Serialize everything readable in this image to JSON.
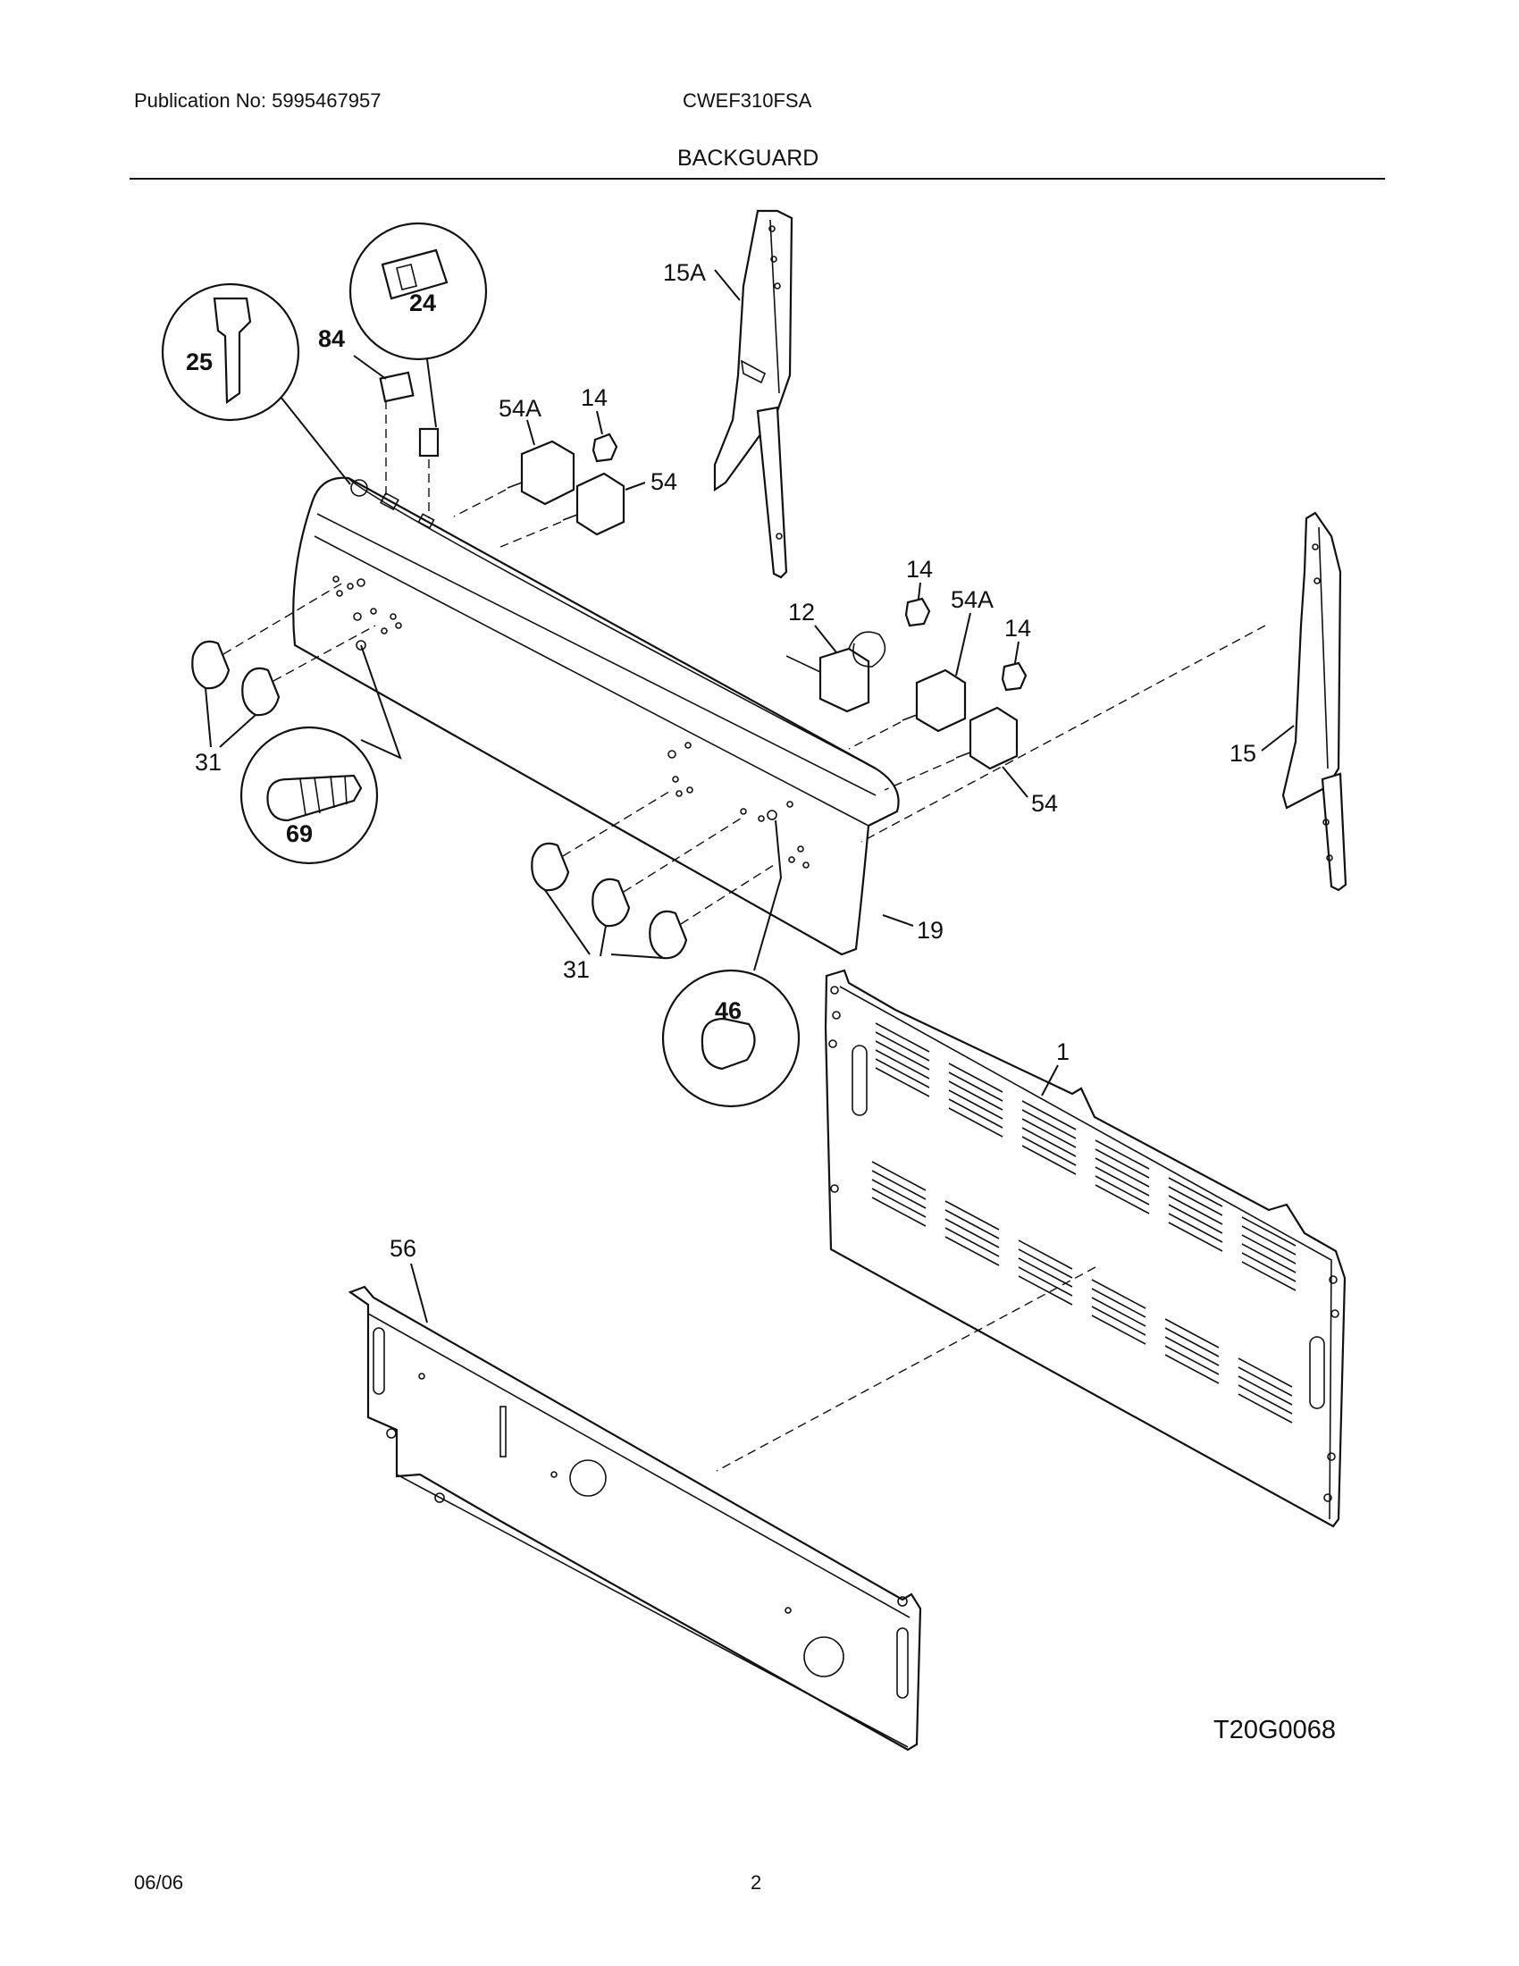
{
  "header": {
    "publication": "Publication No: 5995467957",
    "model": "CWEF310FSA",
    "section": "BACKGUARD"
  },
  "footer": {
    "date": "06/06",
    "page": "2"
  },
  "diagram": {
    "code": "T20G0068",
    "labels": {
      "p15a": "15A",
      "p24": "24",
      "p25": "25",
      "p84": "84",
      "p54a_top": "54A",
      "p14_top": "14",
      "p54_top": "54",
      "p14_mid": "14",
      "p12": "12",
      "p54a_mid": "54A",
      "p14_right": "14",
      "p54_mid": "54",
      "p15": "15",
      "p31_left": "31",
      "p69": "69",
      "p19": "19",
      "p31_mid": "31",
      "p46": "46",
      "p1": "1",
      "p56": "56"
    }
  }
}
